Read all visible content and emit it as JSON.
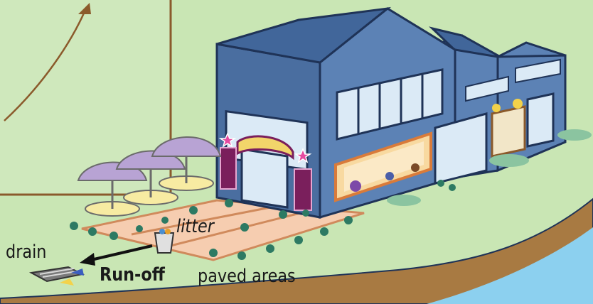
{
  "labels": {
    "litter": "litter",
    "drain": "drain",
    "runoff": "Run-off",
    "paved": "paved areas"
  },
  "colors": {
    "grass": "#c9e6b4",
    "wall": "#5c82b5",
    "wall_dark": "#4a6ea0",
    "roof": "#41669a",
    "outline": "#1f3357",
    "window": "#dbeaf6",
    "paving": "#f6cdb0",
    "paving_edge": "#d08a5c",
    "umbrella": "#b8a3d4",
    "table": "#f7eba2",
    "soil": "#a87a42",
    "water": "#8cd0ef",
    "arrow": "#8b5a2b",
    "sign": "#7a1f5c",
    "ivy": "#2d7a63"
  }
}
